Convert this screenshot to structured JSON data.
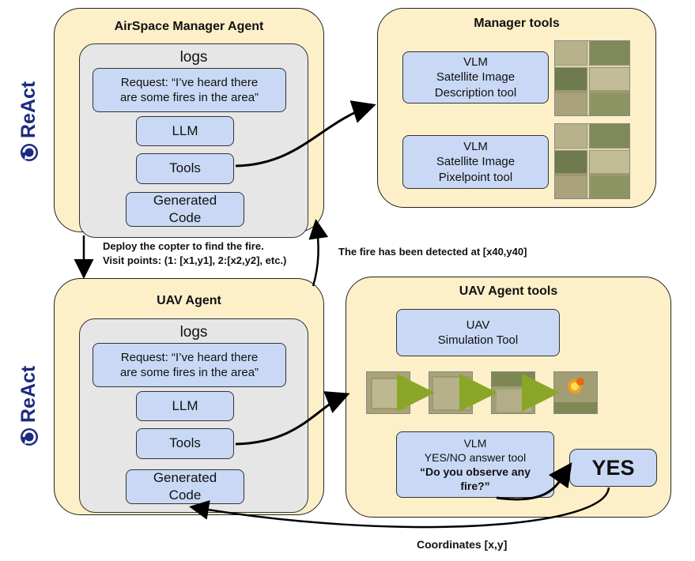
{
  "react_label": "ReAct",
  "manager": {
    "title": "AirSpace Manager Agent",
    "logs": "logs",
    "request_line1": "Request: “I’ve heard there",
    "request_line2": "are some fires in the area”",
    "llm": "LLM",
    "tools": "Tools",
    "code_line1": "Generated",
    "code_line2": "Code"
  },
  "manager_tools": {
    "title": "Manager tools",
    "tool1": [
      "VLM",
      "Satellite Image",
      "Description tool"
    ],
    "tool2": [
      "VLM",
      "Satellite Image",
      "Pixelpoint tool"
    ]
  },
  "uav": {
    "title": "UAV Agent",
    "logs": "logs",
    "request_line1": "Request: “I’ve heard there",
    "request_line2": "are some fires in the area”",
    "llm": "LLM",
    "tools": "Tools",
    "code_line1": "Generated",
    "code_line2": "Code"
  },
  "uav_tools": {
    "title": "UAV Agent tools",
    "sim": [
      "UAV",
      "Simulation Tool"
    ],
    "vlm_line1": "VLM",
    "vlm_line2": "YES/NO answer tool",
    "vlm_line3": "“Do you observe any",
    "vlm_line4": "fire?”",
    "yes": "YES"
  },
  "labels": {
    "deploy_line1": "Deploy the copter to find the fire.",
    "deploy_line2": "Visit points: (1: [x1,y1], 2:[x2,y2], etc.)",
    "detected": "The fire has been detected at [x40,y40]",
    "coords": "Coordinates [x,y]"
  },
  "colors": {
    "panel": "#fdf0c9",
    "inner": "#e6e6e6",
    "box": "#c9d9f5",
    "react": "#1c2a80",
    "flow_arrow": "#8aa626"
  }
}
